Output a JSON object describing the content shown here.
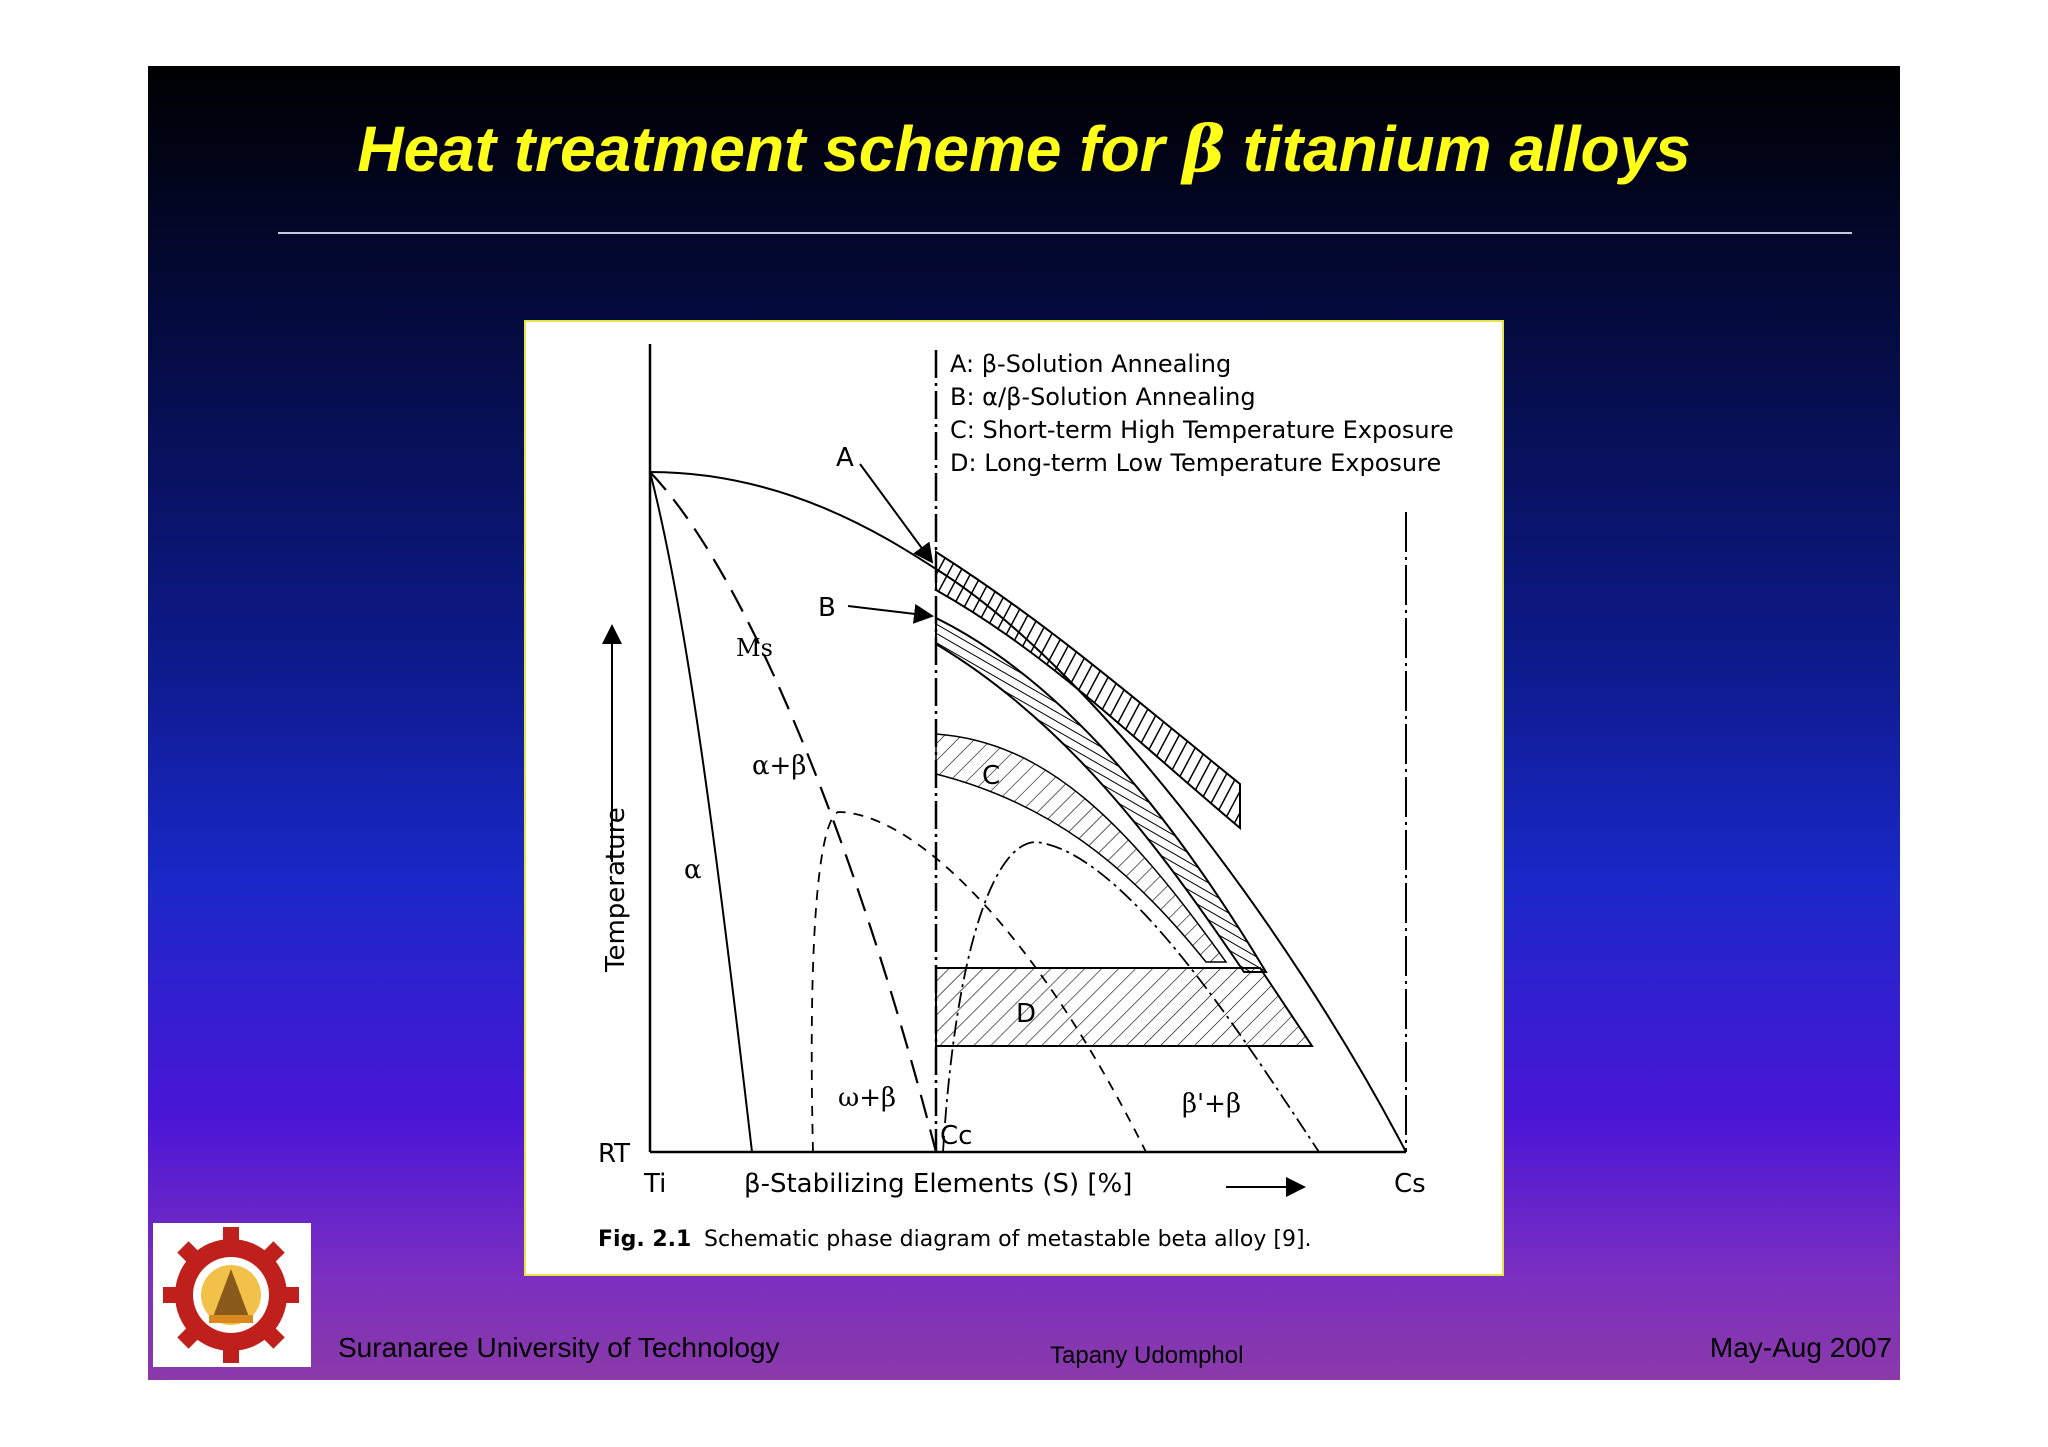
{
  "slide": {
    "title": "Heat treatment scheme for",
    "title_symbol": "β",
    "title_end": "titanium alloys"
  },
  "figure": {
    "legend": [
      "A: β-Solution Annealing",
      "B: α/β-Solution Annealing",
      "C: Short-term High Temperature Exposure",
      "D: Long-term Low Temperature Exposure"
    ],
    "y_axis_label": "Temperature",
    "x_axis_label": "β-Stabilizing Elements (S) [%]",
    "rt_label": "RT",
    "ti_label": "Ti",
    "cs_label": "Cs",
    "cc_label": "Cc",
    "region_labels": {
      "alpha": "α",
      "alpha_beta": "α+β",
      "ms": "Ms",
      "omega_beta": "ω+β",
      "betaprime_beta": "β'+β",
      "a": "A",
      "b": "B",
      "c": "C",
      "d": "D"
    },
    "caption_label": "Fig. 2.1",
    "caption_text": "Schematic phase diagram of metastable beta alloy [9]."
  },
  "footer": {
    "university": "Suranaree University of Technology",
    "author": "Tapany  Udomphol",
    "date": "May-Aug   2007"
  },
  "colors": {
    "title": "#ffff1a",
    "figure_border": "#e8e44a",
    "logo_gear": "#c0201c"
  }
}
